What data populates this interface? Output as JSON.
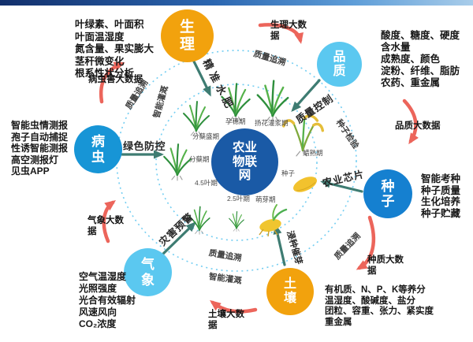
{
  "center": {
    "label": "农业物联网"
  },
  "nodes": {
    "physiology": {
      "label": "生理"
    },
    "quality": {
      "label": "品质"
    },
    "seed": {
      "label": "种子"
    },
    "soil": {
      "label": "土壤"
    },
    "weather": {
      "label": "气象"
    },
    "pest": {
      "label": "病虫"
    }
  },
  "metrics": {
    "physiology": [
      "叶绿素、叶面积",
      "叶面温湿度",
      "氮含量、果实膨大",
      "茎秆微变化",
      "根系性状分析"
    ],
    "quality": [
      "酸度、糖度、硬度",
      "含水量",
      "成熟度、颜色",
      "淀粉、纤维、脂肪",
      "农药、重金属"
    ],
    "seed": [
      "智能考种",
      "种子质量",
      "生化培养",
      "种子贮藏"
    ],
    "soil": [
      "有机质、N、P、K等养分",
      "温湿度、酸碱度、盐分",
      "团粒、容重、张力、紧实度",
      "重金属"
    ],
    "weather": [
      "空气温湿度",
      "光照强度",
      "光合有效辐射",
      "风速风向",
      "CO₂浓度"
    ],
    "pest": [
      "智能虫情测报",
      "孢子自动捕捉",
      "性诱智能测报",
      "高空测报灯",
      "见虫APP"
    ]
  },
  "bigdata": {
    "pest": "病虫害大数据",
    "physiology": "生理大数据",
    "quality": "品质大数据",
    "germplasm": "种质大数据",
    "soil": "土壤大数据",
    "weather": "气象大数据"
  },
  "actions": {
    "precision_fertigation": "精准水肥",
    "quality_control": "质量控制",
    "agri_chip": "农业芯片",
    "seed_soaking": "浸种催芽",
    "disaster_warning": "灾害预警",
    "green_control": "绿色防控"
  },
  "arc_labels": {
    "trace_tl": "质量追溯",
    "trace_tr": "质量追溯",
    "trace_br": "质量追溯",
    "trace_bottom": "质量追溯",
    "irrigation_tl": "智能灌溉",
    "irrigation_bottom": "智能灌溉",
    "seed_inspection": "种子检验"
  },
  "stages": [
    "分蘖盛期",
    "孕穗期",
    "扬花灌浆期",
    "蜡熟期",
    "种子",
    "萌芽期",
    "2.5叶期",
    "4.5叶期",
    "分蘖期"
  ],
  "colors": {
    "orange": "#F2A20D",
    "light_blue": "#5BC8F0",
    "mid_blue": "#1795D6",
    "deep_blue": "#1580D0",
    "center_blue": "#1A5AA6",
    "red_arrow": "#EC655B",
    "green_arrow": "#3E7C72",
    "dashed_circle": "#74CEF2"
  }
}
